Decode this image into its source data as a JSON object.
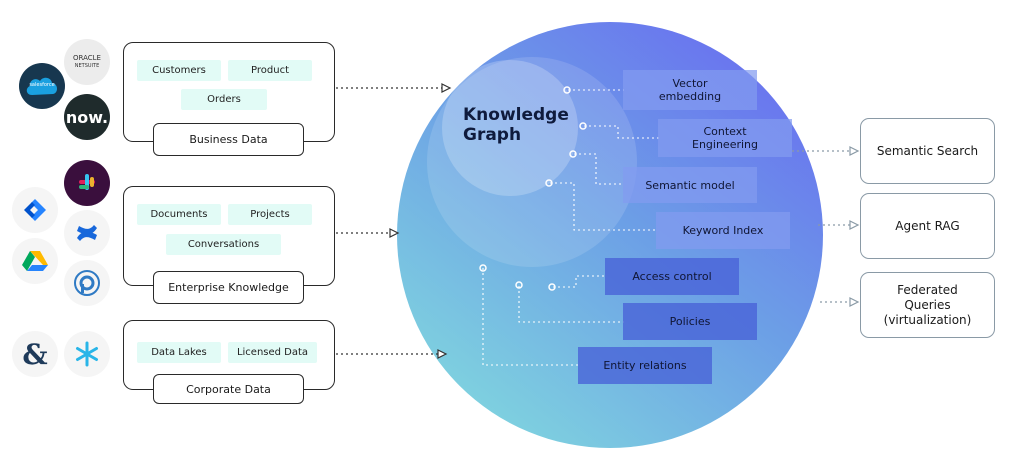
{
  "groups": {
    "business": {
      "label": "Business Data",
      "tags": [
        "Customers",
        "Product",
        "Orders"
      ]
    },
    "enterprise": {
      "label": "Enterprise Knowledge",
      "tags": [
        "Documents",
        "Projects",
        "Conversations"
      ]
    },
    "corporate": {
      "label": "Corporate Data",
      "tags": [
        "Data Lakes",
        "Licensed Data"
      ]
    }
  },
  "logos": {
    "salesforce": {
      "text": "salesforce",
      "icon": "salesforce-cloud-icon",
      "bg": "#17374f",
      "fg": "#1aa0e0"
    },
    "oracle": {
      "line1": "ORACLE",
      "line2": "NETSUITE",
      "icon": "oracle-netsuite-icon",
      "bg": "#ececec"
    },
    "now": {
      "text": "now.",
      "icon": "servicenow-icon",
      "bg": "#1f2b2c"
    },
    "jira": {
      "icon": "jira-icon",
      "color": "#2684ff"
    },
    "slack": {
      "icon": "slack-icon",
      "bg": "#3a0f3d"
    },
    "gdrive": {
      "icon": "google-drive-icon"
    },
    "confluence": {
      "icon": "confluence-icon",
      "color": "#1868db"
    },
    "circle": {
      "icon": "circular-app-icon",
      "color": "#2f7ac4"
    },
    "ampersand": {
      "text": "&",
      "icon": "ampersand-icon",
      "color": "#1e3a5a"
    },
    "snowflake": {
      "icon": "snowflake-icon",
      "color": "#29b5e8"
    }
  },
  "knowledge_graph": {
    "title_line1": "Knowledge",
    "title_line2": "Graph",
    "features": [
      {
        "line1": "Vector",
        "line2": "embedding"
      },
      {
        "line1": "Context",
        "line2": "Engineering"
      },
      {
        "line1": "Semantic model",
        "line2": ""
      },
      {
        "line1": "Keyword Index",
        "line2": ""
      },
      {
        "line1": "Access control",
        "line2": ""
      },
      {
        "line1": "Policies",
        "line2": ""
      },
      {
        "line1": "Entity relations",
        "line2": ""
      }
    ]
  },
  "outputs": [
    {
      "line1": "Semantic Search",
      "line2": "",
      "line3": ""
    },
    {
      "line1": "Agent RAG",
      "line2": "",
      "line3": ""
    },
    {
      "line1": "Federated",
      "line2": "Queries",
      "line3": "(virtualization)"
    }
  ],
  "colors": {
    "sphere_top": "#6f7ff0",
    "sphere_bottom": "#79cde0",
    "tag_bg": "#e2fbf6"
  }
}
